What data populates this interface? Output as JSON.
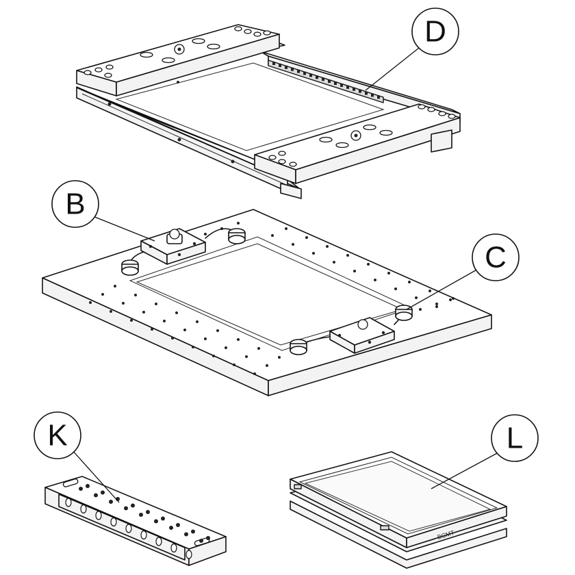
{
  "callouts": {
    "D": "D",
    "B": "B",
    "C": "C",
    "K": "K",
    "L": "L"
  },
  "tray_brand": "BCMT",
  "colors": {
    "ink": "#111111",
    "paper": "#ffffff"
  }
}
